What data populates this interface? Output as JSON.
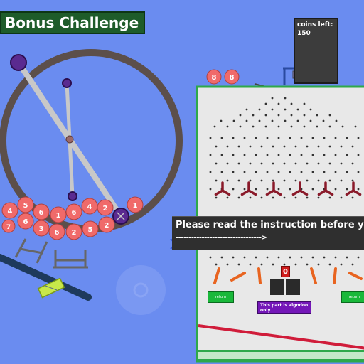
{
  "header": {
    "title": "Bonus Challenge"
  },
  "coins": {
    "label": "coins left:",
    "value": "150"
  },
  "instruction": {
    "line1": "Please read the instruction before you",
    "line2": "--------------------------------->"
  },
  "plinko": {
    "counter": "0",
    "return_left": "return",
    "return_right": "return",
    "note": "This part is algodoo only"
  },
  "balls": [
    {
      "label": "4"
    },
    {
      "label": "5"
    },
    {
      "label": "6"
    },
    {
      "label": "1"
    },
    {
      "label": "6"
    },
    {
      "label": "4"
    },
    {
      "label": "2"
    },
    {
      "label": "1"
    },
    {
      "label": "6"
    },
    {
      "label": "3"
    },
    {
      "label": "6"
    },
    {
      "label": "2"
    },
    {
      "label": "5"
    },
    {
      "label": "2"
    },
    {
      "label": "7"
    }
  ],
  "top_balls": [
    {
      "label": "8"
    },
    {
      "label": "8"
    }
  ],
  "colors": {
    "background": "#6a8cf0",
    "ball": "#f06a6a",
    "ring": "#5c4f4a",
    "board": "#e8e8e8",
    "board_edge": "#2ea84a",
    "banner": "#1e5c2a",
    "return_button": "#19b83a",
    "counter": "#d01c1c",
    "note": "#7417b8",
    "spinner": "#8a1a2a",
    "paddle": "#e86420"
  }
}
